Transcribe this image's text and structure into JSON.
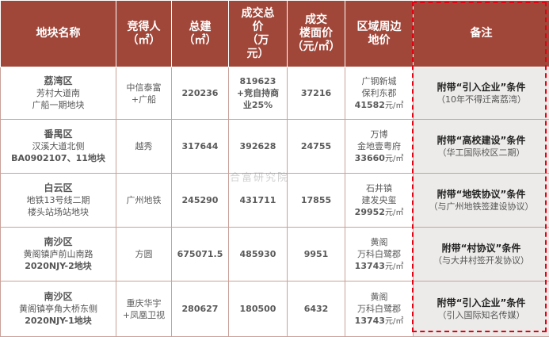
{
  "headers": {
    "plot": "地块名称",
    "winner_a": "竞得人",
    "winner_b": "（㎡）",
    "gfa_a": "总建",
    "gfa_b": "（㎡）",
    "price_a": "成交总",
    "price_b": "价",
    "price_c": "（万",
    "price_d": "元）",
    "floor_a": "成交",
    "floor_b": "楼面价",
    "floor_c": "（元/㎡）",
    "area_a": "区域周边",
    "area_b": "地价",
    "note": "备注"
  },
  "rows": [
    {
      "district": "荔湾区",
      "plot_1": "芳村大道南",
      "plot_2": "广船一期地块",
      "winner_1": "中信泰富",
      "winner_2": "+广船",
      "gfa": "220236",
      "price_1": "819623",
      "price_2": "+竞自持商",
      "price_3": "业25%",
      "floor": "37216",
      "area_1": "广钢新城",
      "area_2": "保利东郡",
      "area_price": "41582",
      "area_unit": "元/㎡",
      "note_main": "附带“引入企业”条件",
      "note_sub": "（10年不得迁离荔湾）"
    },
    {
      "district": "番禺区",
      "plot_1": "汉溪大道北侧",
      "plot_2": "BA0902107、11地块",
      "winner_1": "越秀",
      "winner_2": "",
      "gfa": "317644",
      "price_1": "392628",
      "price_2": "",
      "price_3": "",
      "floor": "24755",
      "area_1": "万博",
      "area_2": "金地壹粤府",
      "area_price": "33660",
      "area_unit": "元/㎡",
      "note_main": "附带“高校建设”条件",
      "note_sub": "（华工国际校区二期）"
    },
    {
      "district": "白云区",
      "plot_1": "地铁13号线二期",
      "plot_2": "楼头站场站地块",
      "winner_1": "广州地铁",
      "winner_2": "",
      "gfa": "245290",
      "price_1": "431711",
      "price_2": "",
      "price_3": "",
      "floor": "17855",
      "area_1": "石井镇",
      "area_2": "建发央玺",
      "area_price": "29952",
      "area_unit": "元/㎡",
      "note_main": "附带“地铁协议”条件",
      "note_sub": "（与广州地铁签建设协议）"
    },
    {
      "district": "南沙区",
      "plot_1": "黄阁镇庐前山南路",
      "plot_2": "2020NJY-2地块",
      "winner_1": "方圆",
      "winner_2": "",
      "gfa": "675071.5",
      "price_1": "485930",
      "price_2": "",
      "price_3": "",
      "floor": "9951",
      "area_1": "黄阁",
      "area_2": "万科白鹭郡",
      "area_price": "13743",
      "area_unit": "元/㎡",
      "note_main": "附带“村协议”条件",
      "note_sub": "（与大井村签开发协议）"
    },
    {
      "district": "南沙区",
      "plot_1": "黄阁镇亭角大桥东侧",
      "plot_2": "2020NJY-1地块",
      "winner_1": "重庆华宇",
      "winner_2": "+凤凰卫视",
      "gfa": "280627",
      "price_1": "180500",
      "price_2": "",
      "price_3": "",
      "floor": "6432",
      "area_1": "黄阁",
      "area_2": "万科白鹭郡",
      "area_price": "13743",
      "area_unit": "元/㎡",
      "note_main": "附带“引入企业”条件",
      "note_sub": "（引入国际知名传媒）"
    }
  ],
  "watermark": "合富研究院",
  "colors": {
    "header_bg": "#a0473a",
    "note_bg": "#ecebe9",
    "highlight_border": "#e60012"
  }
}
